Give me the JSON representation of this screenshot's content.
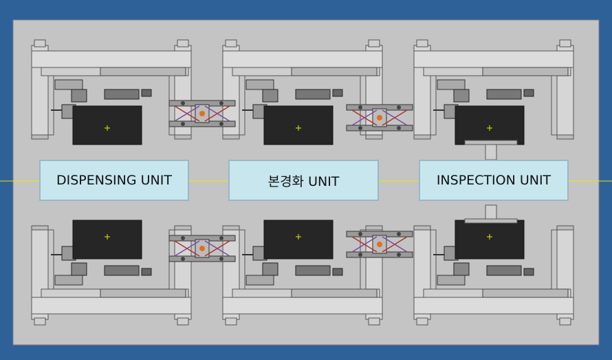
{
  "labels": {
    "dispensing": "DISPENSING UNIT",
    "curing": "본경화 UNIT",
    "inspection": "INSPECTION UNIT"
  },
  "colors": {
    "frame": "#2f6199",
    "panel": "#c4c4c4",
    "label_fill": "#c7e6ee",
    "machine_dark": "#262626",
    "guide_line": "#e8e800"
  }
}
